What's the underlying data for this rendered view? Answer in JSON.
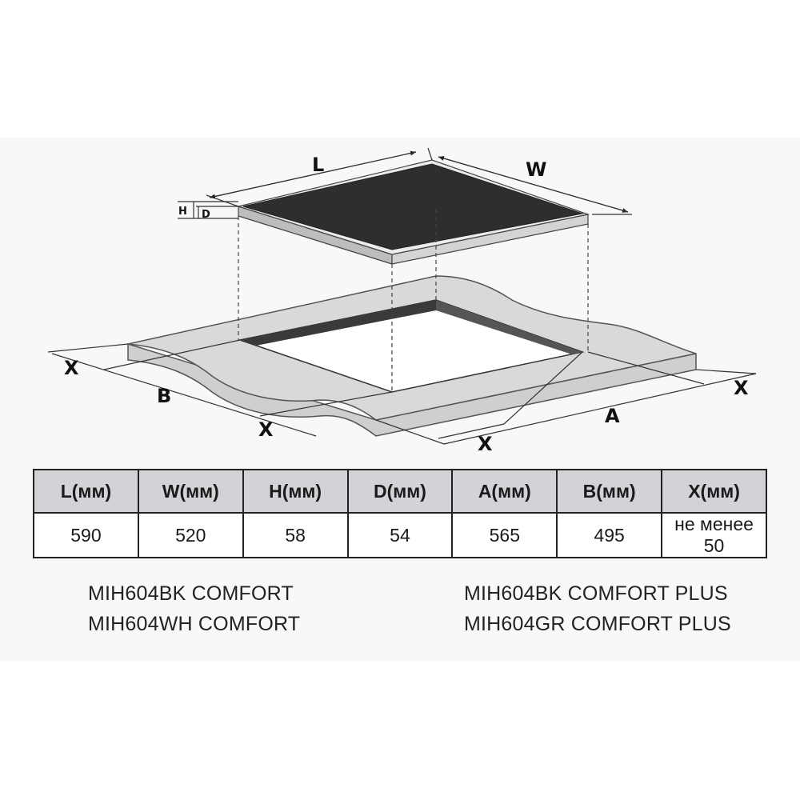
{
  "diagram": {
    "labels": {
      "L": "L",
      "W": "W",
      "H": "H",
      "D": "D",
      "A": "A",
      "B": "B",
      "X": "X"
    }
  },
  "spec_table": {
    "headers": [
      "L(мм)",
      "W(мм)",
      "H(мм)",
      "D(мм)",
      "A(мм)",
      "B(мм)",
      "X(мм)"
    ],
    "values": [
      "590",
      "520",
      "58",
      "54",
      "565",
      "495",
      "не менее 50"
    ]
  },
  "models": {
    "left": [
      "MIH604BK COMFORT",
      "MIH604WH COMFORT"
    ],
    "right": [
      "MIH604BK COMFORT PLUS",
      "MIH604GR COMFORT PLUS"
    ]
  },
  "colors": {
    "glass": "#2e2e2e",
    "frame": "#d9d9d9",
    "countertop": "#d8d8d8",
    "cutout_shadow": "#3a3a3a",
    "header_bg": "#d2d3d7"
  }
}
